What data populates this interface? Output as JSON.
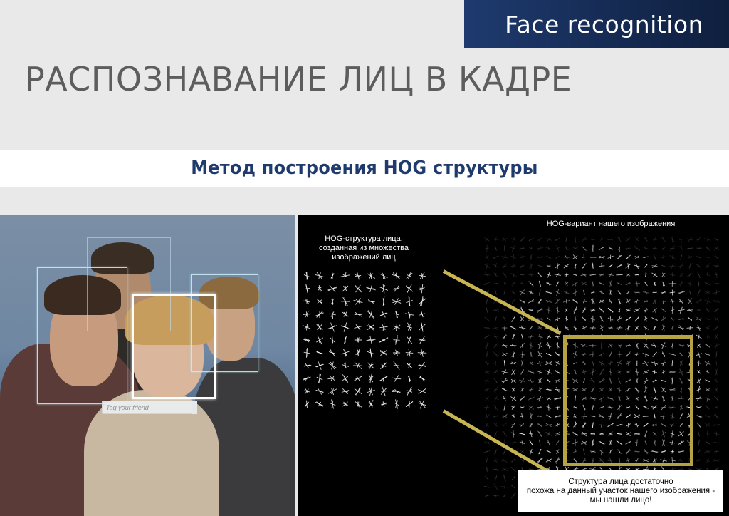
{
  "header": {
    "badge": "Face recognition",
    "title": "РАСПОЗНАВАНИЕ ЛИЦ В КАДРЕ",
    "subtitle": "Метод построения HOG структуры"
  },
  "photo": {
    "tag_placeholder": "Tag your friend"
  },
  "hog": {
    "left_caption_line1": "HOG-структура лица,",
    "left_caption_line2": "созданная из множества",
    "left_caption_line3": "изображений лиц",
    "right_caption": "HOG-вариант нашего изображения",
    "result_line1": "Структура лица достаточно",
    "result_line2": "похожа на данный участок нашего изображения -",
    "result_line3": "мы нашли лицо!"
  },
  "colors": {
    "badge_bg": "#1e3a6e",
    "title": "#5d5d5e",
    "subtitle": "#1f3b6e",
    "gold": "#b5a441"
  }
}
